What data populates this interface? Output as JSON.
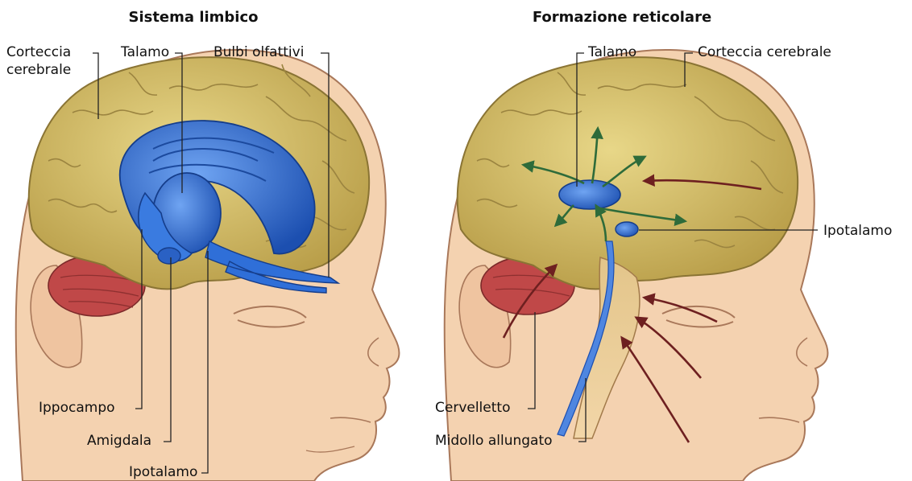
{
  "panels": [
    {
      "title": "Sistema limbico",
      "labels": {
        "corteccia_line1": "Corteccia",
        "corteccia_line2": "cerebrale",
        "talamo": "Talamo",
        "bulbi": "Bulbi olfattivi",
        "ippocampo": "Ippocampo",
        "amigdala": "Amigdala",
        "ipotalamo": "Ipotalamo"
      }
    },
    {
      "title": "Formazione reticolare",
      "labels": {
        "talamo": "Talamo",
        "corteccia": "Corteccia cerebrale",
        "ipotalamo": "Ipotalamo",
        "cervelletto": "Cervelletto",
        "midollo": "Midollo allungato"
      }
    }
  ],
  "colors": {
    "skin": "#f4d2b0",
    "skin_outline": "#a9785a",
    "cortex": "#d2bb63",
    "cortex_outline": "#8a7434",
    "limbic_blue": "#2f6fd8",
    "cerebellum": "#c04848",
    "arrow_green": "#2e6b3a",
    "arrow_maroon": "#6e2020"
  }
}
